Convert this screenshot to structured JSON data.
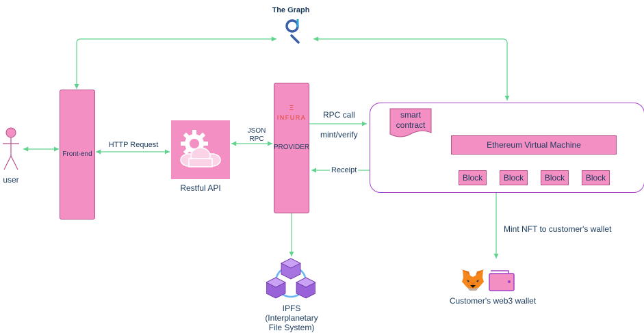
{
  "graph": {
    "title": "The Graph"
  },
  "user": {
    "label": "user"
  },
  "frontend": {
    "label": "Front-end"
  },
  "api": {
    "label": "Restful API"
  },
  "provider": {
    "brand": "INFURA",
    "brand_glyph": "Ξ",
    "label": "PROVIDER"
  },
  "edges": {
    "http_request": "HTTP Request",
    "json_rpc_line1": "JSON",
    "json_rpc_line2": "RPC",
    "rpc_call": "RPC call",
    "mint_verify": "mint/verify",
    "receipt": "Receipt",
    "mint_nft": "Mint NFT to customer's wallet"
  },
  "blockchain": {
    "smart_contract_line1": "smart",
    "smart_contract_line2": "contract",
    "evm": "Ethereum Virtual Machine",
    "blocks": [
      "Block",
      "Block",
      "Block",
      "Block"
    ]
  },
  "ipfs": {
    "line1": "IPFS",
    "line2": "(Interplanetary",
    "line3": "File System)"
  },
  "wallet": {
    "label": "Customer's web3 wallet"
  },
  "colors": {
    "arrow": "#5fd38d",
    "node_fill": "#f48fc4",
    "node_stroke": "#b5508a",
    "container": "#a040c8",
    "text": "#1a3a5c"
  }
}
